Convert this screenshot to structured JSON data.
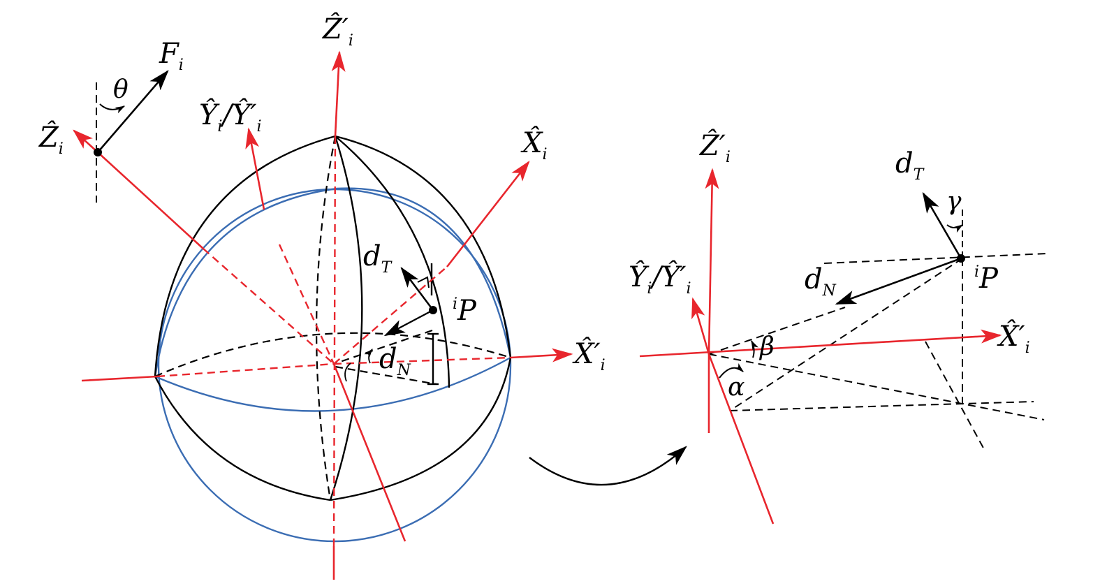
{
  "colors": {
    "axis": "#e8262d",
    "sphere": "#3b6db3",
    "ink": "#000000",
    "background": "#ffffff"
  },
  "left_diagram": {
    "labels": {
      "z_prime": {
        "base": "Ẑ",
        "prime": "′",
        "sub": "i"
      },
      "x_hat": {
        "base": "X̂",
        "sub": "i"
      },
      "x_prime": {
        "base": "X̂",
        "prime": "′",
        "sub": "i"
      },
      "y_hat": {
        "base": "Ŷ",
        "sub": "i",
        "slash": "/",
        "base2": "Ŷ",
        "prime": "′",
        "sub2": "i"
      },
      "z_hat": {
        "base": "Ẑ",
        "sub": "i"
      },
      "force": {
        "base": "F",
        "sub": "i"
      },
      "theta": "θ",
      "d_t": {
        "base": "d",
        "sub": "T"
      },
      "d_n": {
        "base": "d",
        "sub": "N"
      },
      "point": {
        "sup": "i",
        "base": "P"
      }
    }
  },
  "right_diagram": {
    "labels": {
      "z_prime": {
        "base": "Ẑ",
        "prime": "′",
        "sub": "i"
      },
      "y_hat": {
        "base": "Ŷ",
        "sub": "i",
        "slash": "/",
        "base2": "Ŷ",
        "prime": "′",
        "sub2": "i"
      },
      "x_prime": {
        "base": "X̂",
        "prime": "′",
        "sub": "i"
      },
      "d_t": {
        "base": "d",
        "sub": "T"
      },
      "d_n": {
        "base": "d",
        "sub": "N"
      },
      "gamma": "γ",
      "beta": "β",
      "alpha": "α",
      "point": {
        "sup": "i",
        "base": "P"
      }
    }
  }
}
